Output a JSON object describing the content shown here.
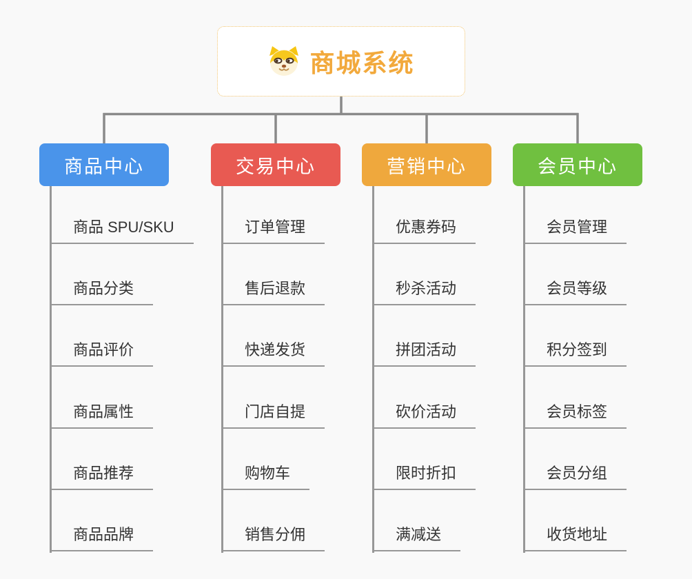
{
  "root": {
    "title": "商城系统",
    "icon": "dog-face-icon"
  },
  "colors": {
    "root-border": "#f2c46d",
    "root-title": "#f2a93c",
    "line-strong": "#8a8a8a",
    "line-soft": "#979797",
    "leaf-text": "#333333",
    "bg": "#f9f9f9"
  },
  "branches": [
    {
      "label": "商品中心",
      "color": "#4a94ea",
      "items": [
        "商品 SPU/SKU",
        "商品分类",
        "商品评价",
        "商品属性",
        "商品推荐",
        "商品品牌"
      ]
    },
    {
      "label": "交易中心",
      "color": "#e85a52",
      "items": [
        "订单管理",
        "售后退款",
        "快递发货",
        "门店自提",
        "购物车",
        "销售分佣"
      ]
    },
    {
      "label": "营销中心",
      "color": "#efa83d",
      "items": [
        "优惠券码",
        "秒杀活动",
        "拼团活动",
        "砍价活动",
        "限时折扣",
        "满减送"
      ]
    },
    {
      "label": "会员中心",
      "color": "#70c040",
      "items": [
        "会员管理",
        "会员等级",
        "积分签到",
        "会员标签",
        "会员分组",
        "收货地址"
      ]
    }
  ]
}
